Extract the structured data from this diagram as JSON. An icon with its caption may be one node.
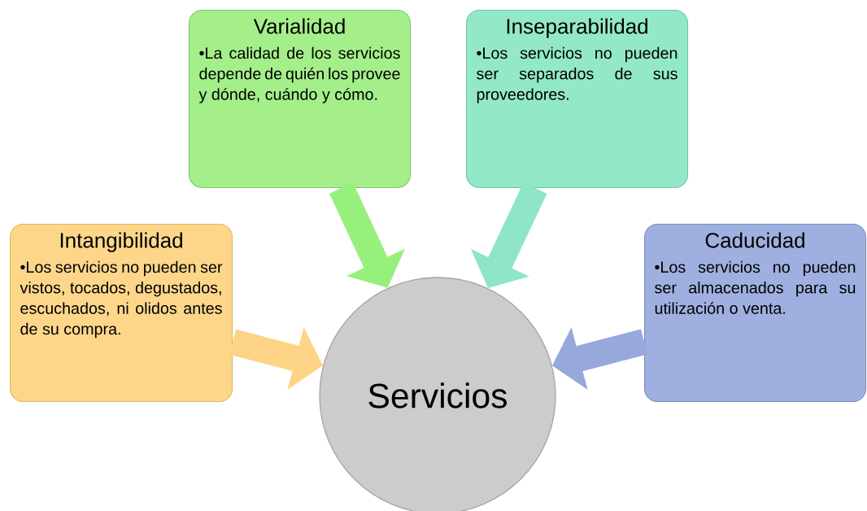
{
  "diagram": {
    "nodes": [
      {
        "text": [
          "Intangibilidad",
          "•Los servicios no pueden ser vistos, tocados, degustados, escuchados, ni olidos antes de su compra."
        ]
      },
      {
        "text": [
          "Varialidad",
          "•La calidad de los servicios depende de quién los provee y dónde, cuándo y cómo."
        ]
      },
      {
        "text": [
          "Inseparabilidad",
          "•Los servicios no pueden ser separados de sus proveedores."
        ]
      },
      {
        "text": [
          "Caducidad",
          "•Los servicios no pueden ser almacenados para su utilización o venta."
        ]
      },
      {
        "text": [
          "Servicios"
        ]
      }
    ],
    "edges": [
      {
        "from": 0,
        "to": 4,
        "arrow": "to",
        "color": "#fdd486"
      },
      {
        "from": 1,
        "to": 4,
        "arrow": "to",
        "color": "#98f07c"
      },
      {
        "from": 2,
        "to": 4,
        "arrow": "to",
        "color": "#8ee6c6"
      },
      {
        "from": 3,
        "to": 4,
        "arrow": "to",
        "color": "#96a8dc"
      }
    ]
  }
}
